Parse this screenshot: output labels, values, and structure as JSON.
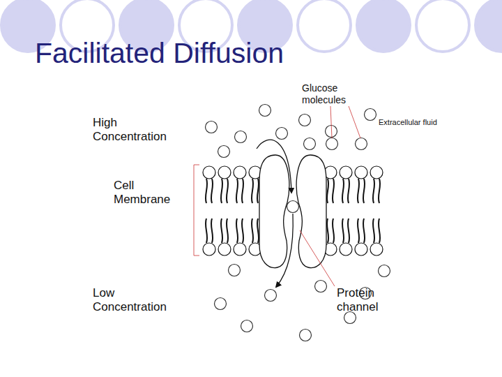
{
  "diagram": {
    "title": "Facilitated Diffusion",
    "labels": [
      "Glucose molecules",
      "High Concentration",
      "Extracellular fluid",
      "Cell Membrane",
      "Low Concentration",
      "Protein channel"
    ]
  }
}
